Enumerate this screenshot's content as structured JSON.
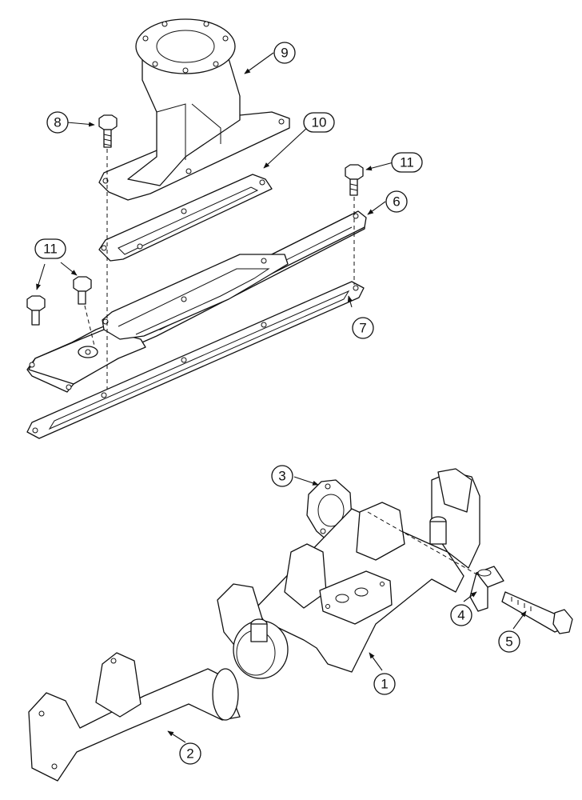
{
  "callouts": [
    {
      "id": "c1",
      "label": "1"
    },
    {
      "id": "c2",
      "label": "2"
    },
    {
      "id": "c3",
      "label": "3"
    },
    {
      "id": "c4",
      "label": "4"
    },
    {
      "id": "c5",
      "label": "5"
    },
    {
      "id": "c6",
      "label": "6"
    },
    {
      "id": "c7",
      "label": "7"
    },
    {
      "id": "c8",
      "label": "8"
    },
    {
      "id": "c9",
      "label": "9"
    },
    {
      "id": "c10",
      "label": "10"
    },
    {
      "id": "c11a",
      "label": "11"
    },
    {
      "id": "c11b",
      "label": "11"
    }
  ]
}
